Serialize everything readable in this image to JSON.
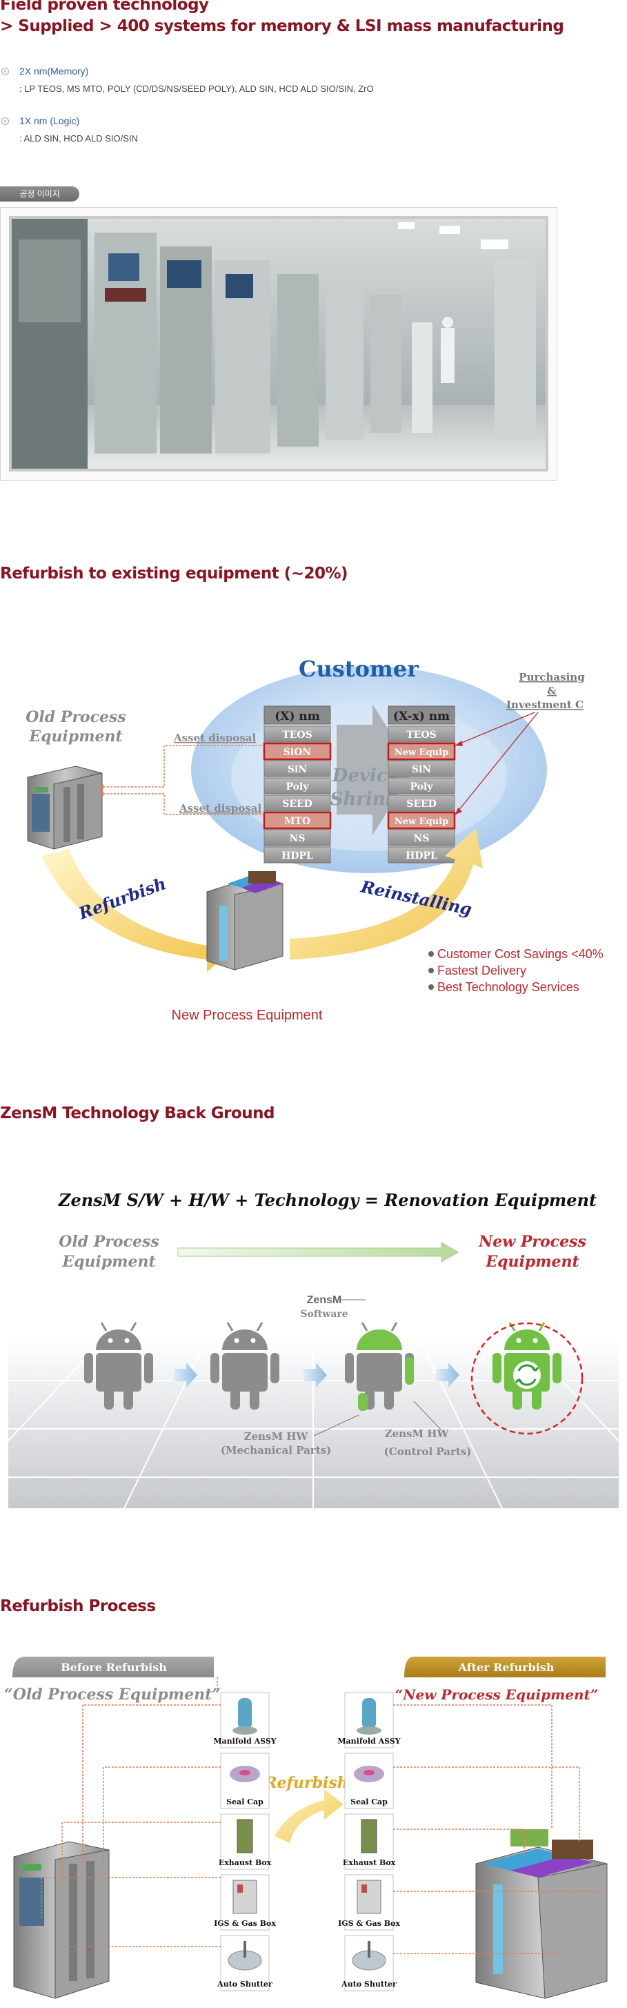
{
  "section1": {
    "title": "Field proven technology",
    "subtitle": "> Supplied > 400 systems for memory & LSI mass manufacturing",
    "bullets": [
      {
        "title": "2X nm(Memory)",
        "text": ": LP TEOS, MS MTO, POLY (CD/DS/NS/SEED POLY),  ALD SIN, HCD ALD SIO/SIN, ZrO"
      },
      {
        "title": "1X nm (Logic)",
        "text": ":  ALD SIN, HCD ALD SIO/SIN"
      }
    ],
    "tag_label": "공정 이미지"
  },
  "section2": {
    "title": "Refurbish to existing equipment (~20%)",
    "customer": "Customer",
    "old_equipment": [
      "Old Process",
      "Equipment"
    ],
    "purchasing": [
      "Purchasing",
      "&",
      "Investment C"
    ],
    "col_left_header": "(X) nm",
    "col_right_header": "(X-x) nm",
    "col_left_items": [
      "TEOS",
      "SiON",
      "SiN",
      "Poly",
      "SEED",
      "MTO",
      "NS",
      "HDPL"
    ],
    "col_right_items": [
      "TEOS",
      "New Equip",
      "SiN",
      "Poly",
      "SEED",
      "New Equip",
      "NS",
      "HDPL"
    ],
    "device_shrinks": [
      "Device",
      "Shrinks"
    ],
    "asset_disposal_1": "Asset disposal",
    "asset_disposal_2": "Asset disposal",
    "refurbish": "Refurbish",
    "reinstalling": "Reinstalling",
    "benefits": [
      "Customer Cost Savings  <40%",
      "Fastest Delivery",
      "Best Technology Services"
    ],
    "new_equipment": "New Process Equipment"
  },
  "section3": {
    "title": "ZensM Technology Back Ground",
    "formula": "ZensM S/W + H/W + Technology = Renovation Equipment",
    "old_equipment": [
      "Old Process",
      "Equipment"
    ],
    "new_equipment": [
      "New Process",
      "Equipment"
    ],
    "software_label": [
      "ZensM",
      "Software"
    ],
    "hw_mech": [
      "ZensM HW",
      "(Mechanical Parts)"
    ],
    "hw_ctrl": [
      "ZensM HW",
      "(Control Parts)"
    ]
  },
  "section4": {
    "title": "Refurbish Process",
    "before": "Before Refurbish",
    "after": "After Refurbish",
    "old_quote": "“Old Process Equipment”",
    "new_quote": "“New Process Equipment”",
    "refurbish": "Refurbish",
    "parts": [
      "Manifold ASSY",
      "Seal Cap",
      "Exhaust Box",
      "IGS & Gas Box",
      "Auto Shutter"
    ]
  },
  "colors": {
    "title_red": "#8a1420",
    "link_blue": "#2f58a8",
    "red_text": "#c0282d",
    "navy": "#1c2a8c",
    "gold": "#b8860b"
  }
}
